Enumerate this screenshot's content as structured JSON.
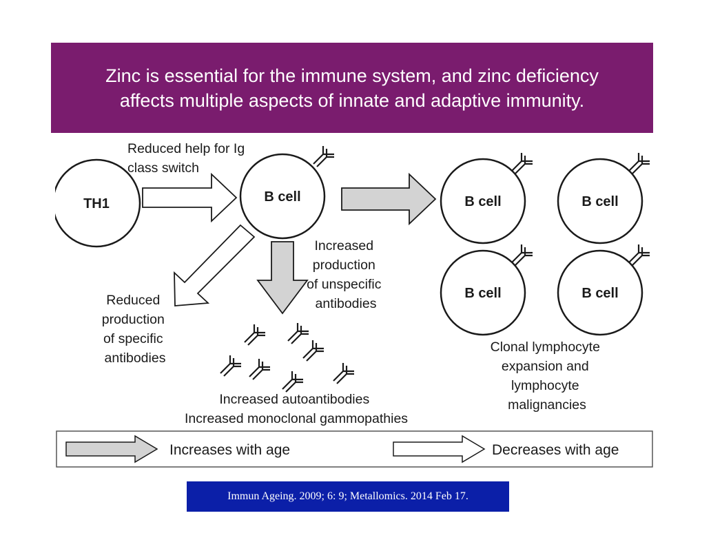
{
  "banner": {
    "title_line1": "Zinc is essential for the immune system, and zinc deficiency",
    "title_line2": "affects multiple aspects of innate and adaptive immunity.",
    "color": "#7a1c6e"
  },
  "cells": {
    "th1": "TH1",
    "b_cell_main": "B cell",
    "clone_1": "B cell",
    "clone_2": "B cell",
    "clone_3": "B cell",
    "clone_4": "B cell"
  },
  "notes": {
    "ig_class_switch": [
      "Reduced help for Ig",
      "class switch"
    ],
    "unspecific_antibodies": [
      "Increased",
      "production",
      "of unspecific",
      "antibodies"
    ],
    "specific_antibodies": [
      "Reduced",
      "production",
      "of specific",
      "antibodies"
    ],
    "autoantibodies": [
      "Increased autoantibodies",
      "Increased monoclonal gammopathies"
    ],
    "clonal_expansion": [
      "Clonal lymphocyte",
      "expansion and",
      "lymphocyte",
      "malignancies"
    ]
  },
  "legend": {
    "increases": "Increases with age",
    "decreases": "Decreases with age",
    "increase_fill": "#d3d3d3",
    "decrease_fill": "#ffffff"
  },
  "citation": {
    "text": "Immun Ageing. 2009; 6: 9; Metallomics. 2014 Feb 17.",
    "color": "#0b1fa8"
  }
}
